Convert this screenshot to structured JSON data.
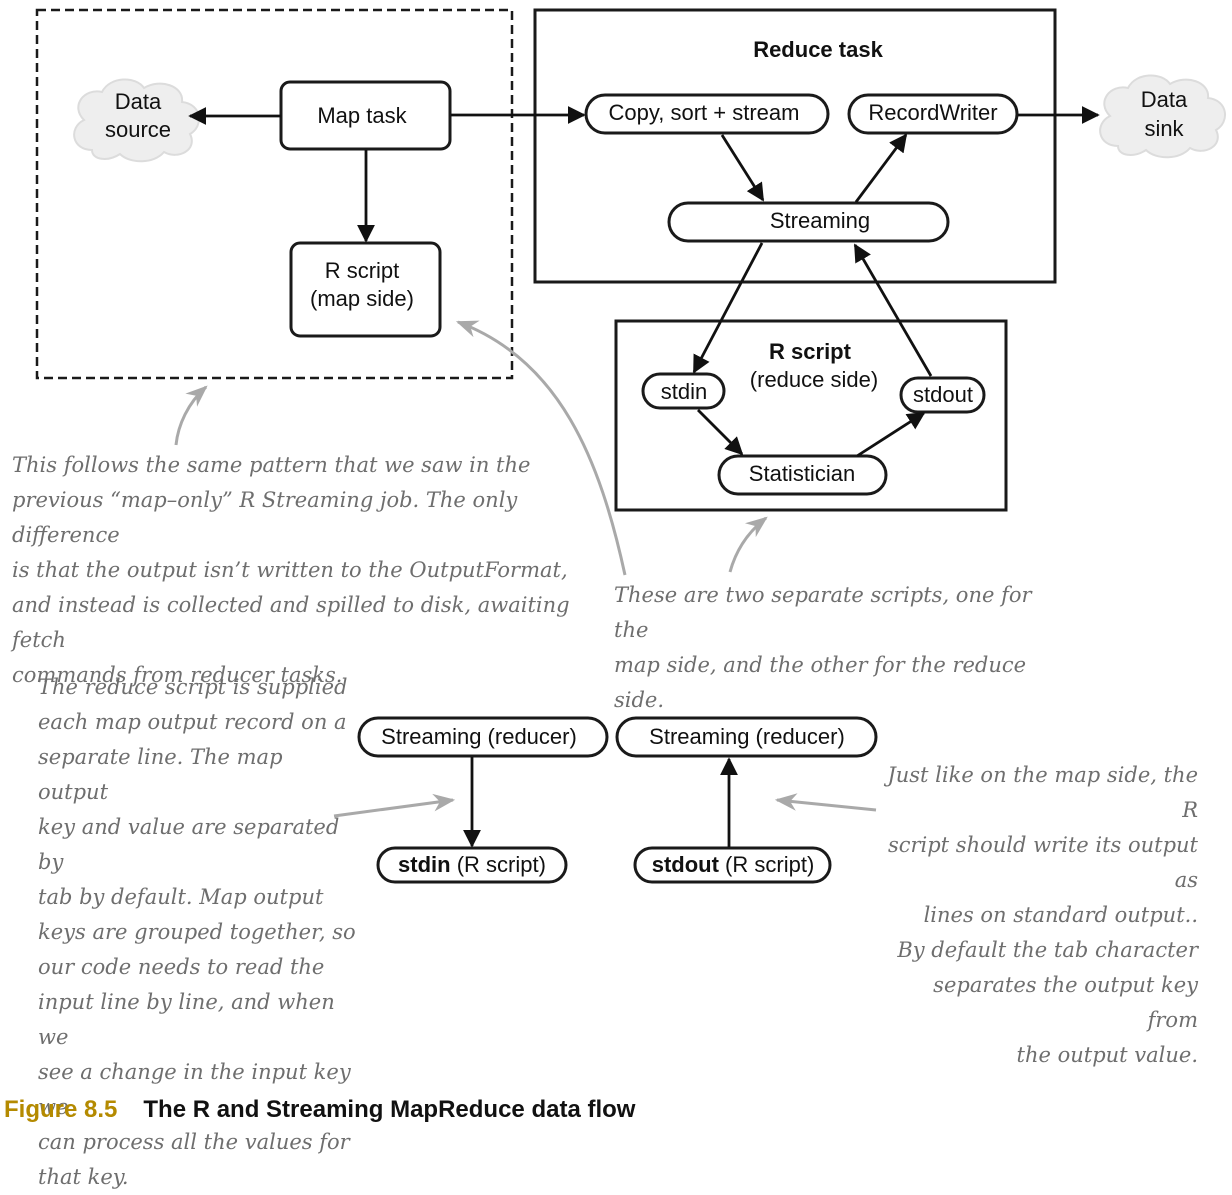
{
  "diagram": {
    "nodes": {
      "data_source": "Data\nsource",
      "map_task": "Map task",
      "r_script_map": "R script\n(map side)",
      "reduce_task_title": "Reduce task",
      "copy_sort_stream": "Copy, sort + stream",
      "record_writer": "RecordWriter",
      "data_sink": "Data\nsink",
      "streaming": "Streaming",
      "r_script_reduce_title": "R script",
      "r_script_reduce_sub": "(reduce side)",
      "stdin": "stdin",
      "stdout": "stdout",
      "statistician": "Statistician",
      "streaming_reducer_left": "Streaming (reducer)",
      "streaming_reducer_right": "Streaming (reducer)",
      "stdin_bold": "stdin",
      "stdin_rest": " (R script)",
      "stdout_bold": "stdout",
      "stdout_rest": " (R script)"
    },
    "edges": [
      {
        "from": "map_task",
        "to": "data_source"
      },
      {
        "from": "map_task",
        "to": "r_script_map"
      },
      {
        "from": "map_task",
        "to": "copy_sort_stream"
      },
      {
        "from": "copy_sort_stream",
        "to": "streaming"
      },
      {
        "from": "streaming",
        "to": "record_writer"
      },
      {
        "from": "record_writer",
        "to": "data_sink"
      },
      {
        "from": "streaming",
        "to": "stdin"
      },
      {
        "from": "stdin",
        "to": "statistician"
      },
      {
        "from": "statistician",
        "to": "stdout"
      },
      {
        "from": "stdout",
        "to": "streaming"
      },
      {
        "from": "streaming_reducer_left",
        "to": "stdin_r_script"
      },
      {
        "from": "stdout_r_script",
        "to": "streaming_reducer_right"
      }
    ]
  },
  "annotations": {
    "map_note": "This follows the same pattern that we saw in the\nprevious “map–only” R Streaming job. The only difference\nis that the output isn’t written to the OutputFormat,\nand instead is collected and spilled to disk, awaiting fetch\ncommands from reducer tasks.",
    "scripts_note": "These are two separate scripts, one for the\nmap side, and the other for the reduce side.",
    "reduce_note": "The reduce script is supplied\neach map output record on a\nseparate line. The map output\nkey and value are separated by\ntab by default. Map output\nkeys are grouped together, so\nour code needs to read the\ninput line by line, and when we\nsee a change in the input key we\ncan process all the values for\nthat key.",
    "output_note": "Just like on the map side, the R\nscript should write its output as\nlines on standard output..\nBy default the tab character\nseparates the output key from\nthe output value."
  },
  "caption": {
    "number": "Figure 8.5",
    "title": "The R and Streaming MapReduce data flow"
  },
  "colors": {
    "caption_number": "#b48a00",
    "annotation_text": "#6e6e6e",
    "annotation_arrow": "#a9a9a9",
    "cloud_fill": "#eeeeee"
  }
}
